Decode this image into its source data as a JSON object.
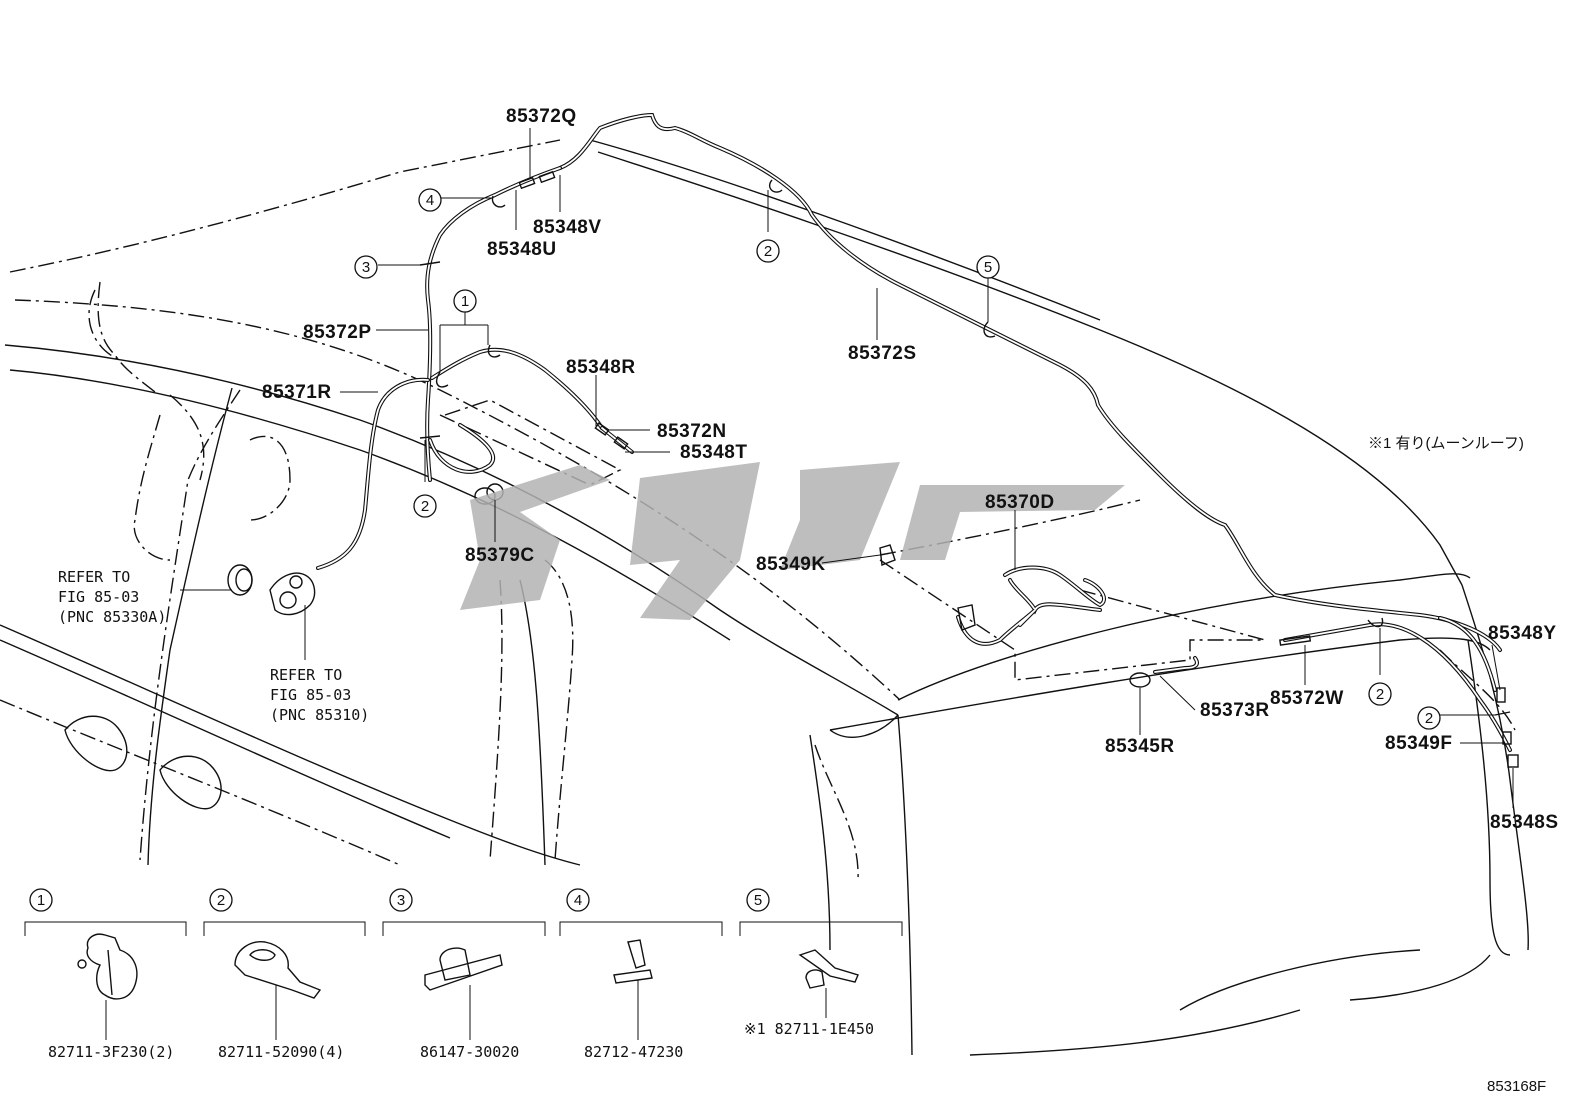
{
  "parts": {
    "p85372Q": "85372Q",
    "p85348V": "85348V",
    "p85348U": "85348U",
    "p85372P": "85372P",
    "p85371R": "85371R",
    "p85348R": "85348R",
    "p85372N": "85372N",
    "p85348T": "85348T",
    "p85372S": "85372S",
    "p85370D": "85370D",
    "p85349K": "85349K",
    "p85379C": "85379C",
    "p85373R": "85373R",
    "p85345R": "85345R",
    "p85372W": "85372W",
    "p85348Y": "85348Y",
    "p85349F": "85349F",
    "p85348S": "85348S"
  },
  "refer1": [
    "REFER TO",
    "FIG 85-03",
    "(PNC 85330A)"
  ],
  "refer2": [
    "REFER TO",
    "FIG 85-03",
    "(PNC 85310)"
  ],
  "note": "※1 有り(ムーンルーフ)",
  "callouts": {
    "c1": "1",
    "c2": "2",
    "c3": "3",
    "c4": "4",
    "c5": "5"
  },
  "clips": [
    {
      "num": "1",
      "part": "82711-3F230(2)"
    },
    {
      "num": "2",
      "part": "82711-52090(4)"
    },
    {
      "num": "3",
      "part": "86147-30020"
    },
    {
      "num": "4",
      "part": "82712-47230"
    },
    {
      "num": "5",
      "part": "※1 82711-1E450"
    }
  ],
  "figure_id": "853168F"
}
